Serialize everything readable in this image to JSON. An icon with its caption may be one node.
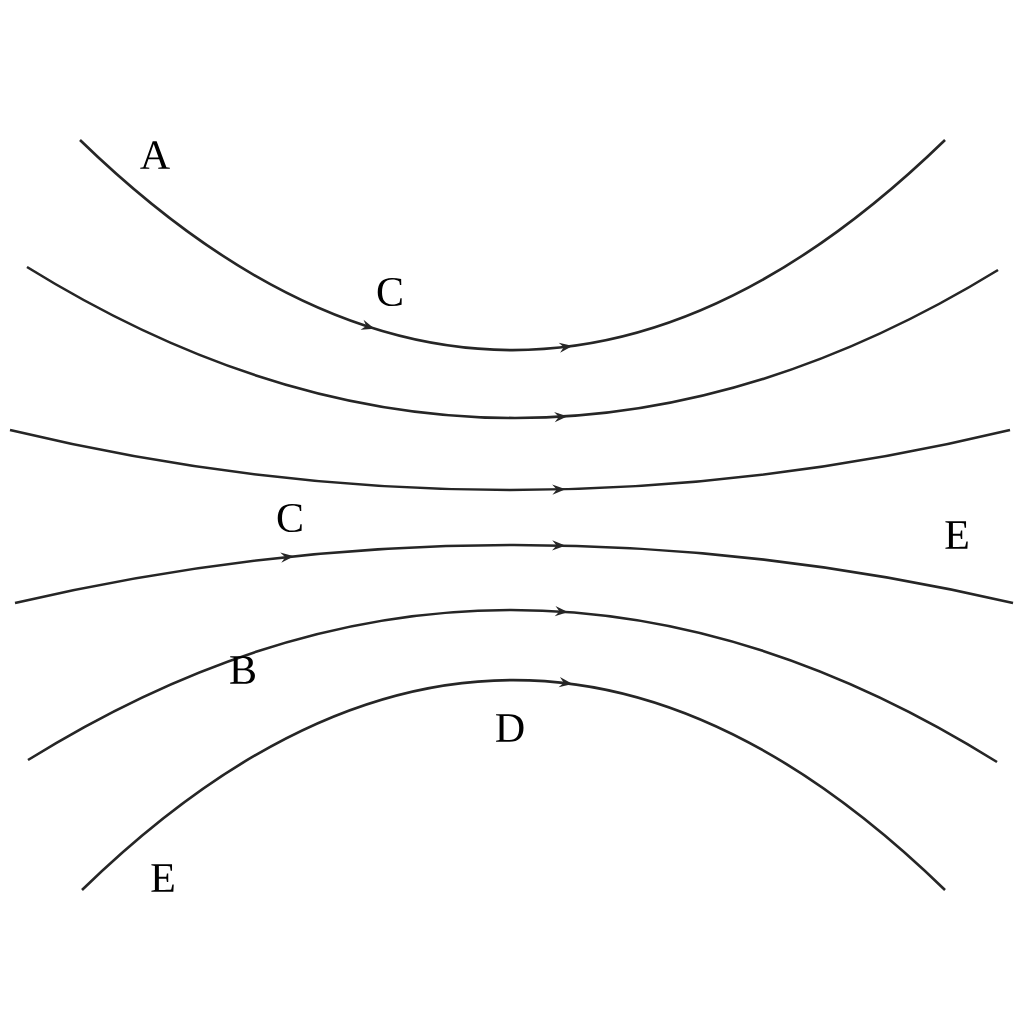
{
  "diagram": {
    "labels": [
      "A",
      "C",
      "C",
      "E",
      "B",
      "D",
      "E"
    ]
  }
}
